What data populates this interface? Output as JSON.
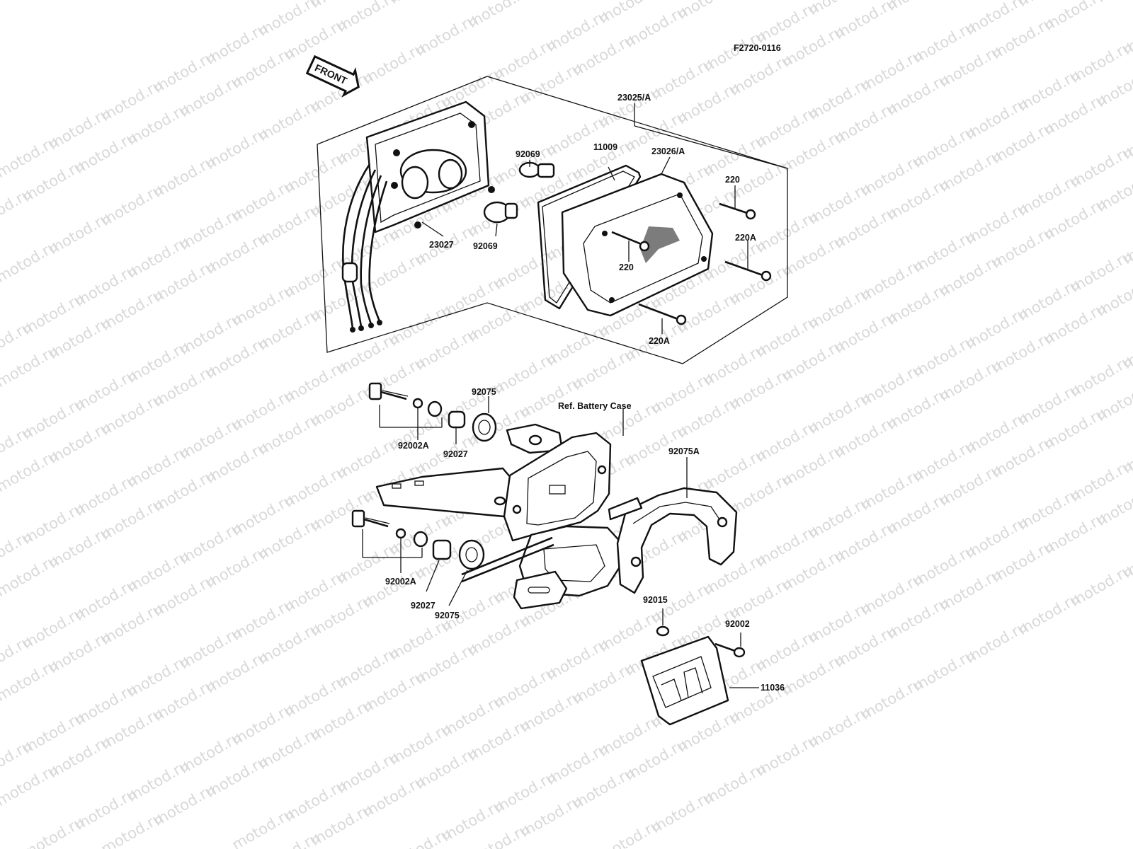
{
  "diagram_code": "F2720-0116",
  "front_arrow_text": "FRONT",
  "watermark_text": "motod.ru",
  "reference_label": "Ref. Battery Case",
  "labels": {
    "tail_lamp_assy": "23025/A",
    "lens_gasket": "11009",
    "lens": "23026/A",
    "bulb_upper": "92069",
    "bulb_lower": "92069",
    "socket_housing": "23027",
    "screw_right_upper": "220",
    "screw_center": "220",
    "screw_right_lower": "220A",
    "screw_bottom": "220A",
    "grommet_upper": "92075",
    "bolt_upper": "92002A",
    "collar_upper": "92027",
    "bracket_right": "92075A",
    "bolt_lower": "92002A",
    "collar_lower": "92027",
    "grommet_lower": "92075",
    "nut": "92015",
    "bolt_plate": "92002",
    "license_plate_bracket": "11036"
  }
}
